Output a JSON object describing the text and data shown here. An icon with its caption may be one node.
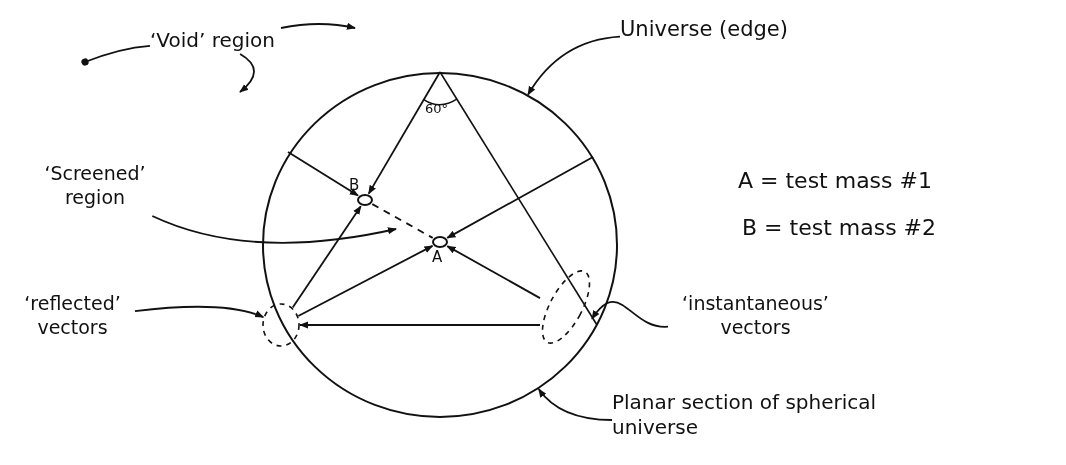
{
  "diagram": {
    "nodes": [
      {
        "text": [
          "‘Void’ region"
        ]
      },
      {
        "text": [
          "Universe (edge)"
        ]
      },
      {
        "text": [],
        "shape": "circle"
      },
      {
        "text": [
          "B"
        ],
        "in": 2
      },
      {
        "text": [
          "‘Screened’ region"
        ]
      },
      {
        "text": [
          "A"
        ],
        "in": 2
      },
      {
        "text": [
          "‘reflected’ vectors"
        ]
      },
      {
        "text": [],
        "shape": "ellipse"
      },
      {
        "text": [],
        "shape": "ellipse",
        "in": 2
      },
      {
        "text": [
          "‘instantaneous’ vectors"
        ]
      },
      {
        "text": [
          "Planar section of spherical universe"
        ]
      }
    ],
    "edges": [
      {
        "from": 0,
        "to": null,
        "arrow": "other"
      },
      {
        "from": 0,
        "to": null,
        "arrow": "to"
      },
      {
        "from": 0,
        "to": null,
        "arrow": "to"
      },
      {
        "from": 1,
        "to": 2,
        "arrow": "to"
      },
      {
        "from": 4,
        "to": null,
        "arrow": "to"
      },
      {
        "from": 2,
        "to": 3,
        "arrow": "to"
      },
      {
        "from": 2,
        "to": 3,
        "arrow": "to"
      },
      {
        "from": 7,
        "to": 3,
        "arrow": "to"
      },
      {
        "from": 2,
        "to": 5,
        "arrow": "to"
      },
      {
        "from": 7,
        "to": 5,
        "arrow": "to"
      },
      {
        "from": 8,
        "to": 5,
        "arrow": "to"
      },
      {
        "from": 3,
        "to": 5,
        "arrow": "none",
        "style": "dashed"
      },
      {
        "from": 6,
        "to": 7,
        "arrow": "to"
      },
      {
        "from": 9,
        "to": 8,
        "arrow": "to"
      },
      {
        "from": 10,
        "to": 2,
        "arrow": "to"
      },
      {
        "from": 8,
        "to": 7,
        "arrow": "to"
      }
    ],
    "labels": [
      "60°",
      "A = test mass #1",
      "B = test mass #2"
    ]
  }
}
